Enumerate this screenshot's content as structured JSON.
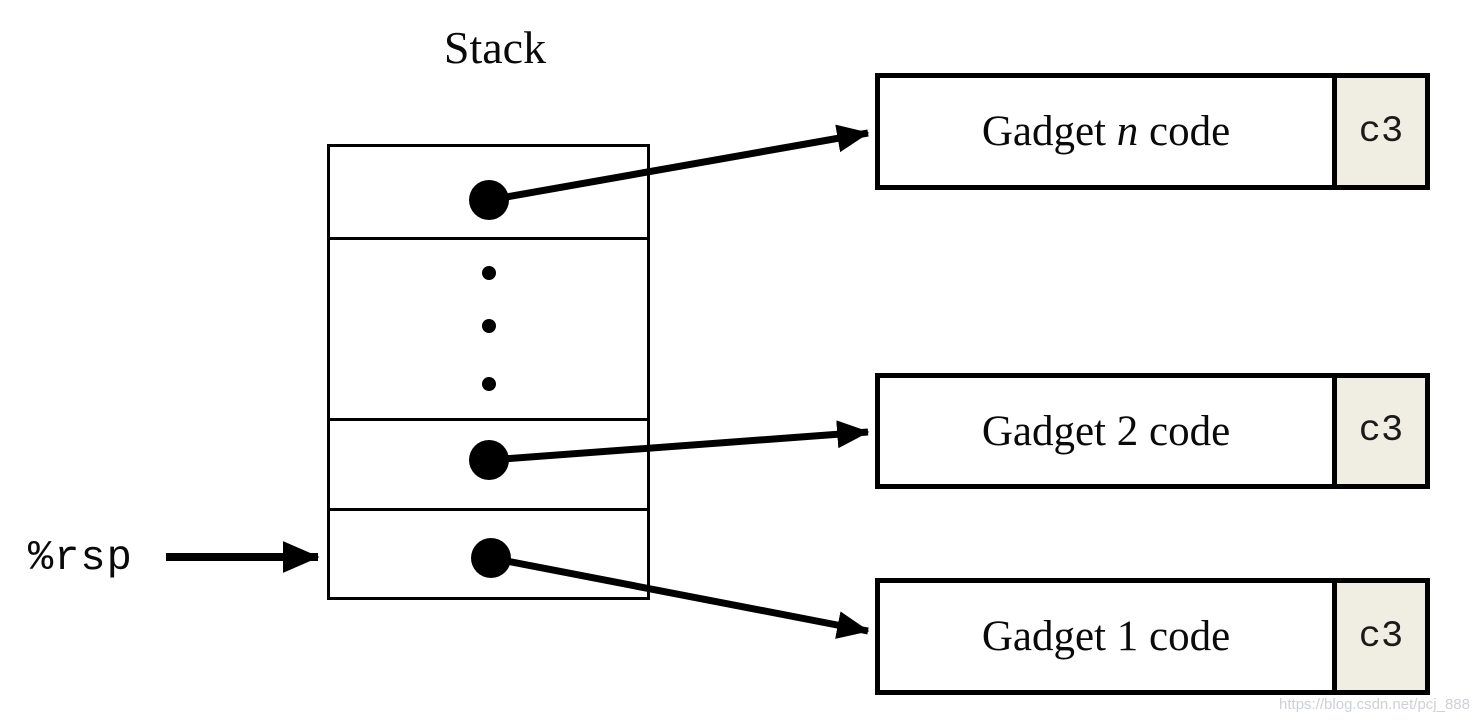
{
  "diagram": {
    "title": "Stack",
    "register": {
      "label": "%rsp"
    },
    "stack": {
      "cell_count": 4,
      "cells": [
        {
          "name": "top-cell-pointer-to-gadget-n"
        },
        {
          "name": "ellipsis-cell"
        },
        {
          "name": "cell-pointer-to-gadget-2"
        },
        {
          "name": "rsp-cell-pointer-to-gadget-1"
        }
      ]
    },
    "gadgets": [
      {
        "name": "gadget-n",
        "label_prefix": "Gadget ",
        "label_var": "n",
        "label_var_style": "italic",
        "label_suffix": " code",
        "ret_byte": "c3"
      },
      {
        "name": "gadget-2",
        "label_prefix": "Gadget ",
        "label_var": "2",
        "label_var_style": "normal",
        "label_suffix": " code",
        "ret_byte": "c3"
      },
      {
        "name": "gadget-1",
        "label_prefix": "Gadget ",
        "label_var": "1",
        "label_var_style": "normal",
        "label_suffix": " code",
        "ret_byte": "c3"
      }
    ],
    "colors": {
      "ink": "#000000",
      "ret_byte_bg": "#f0ede3",
      "watermark_text": "#ccd1d6"
    },
    "watermark": "https://blog.csdn.net/pcj_888"
  }
}
